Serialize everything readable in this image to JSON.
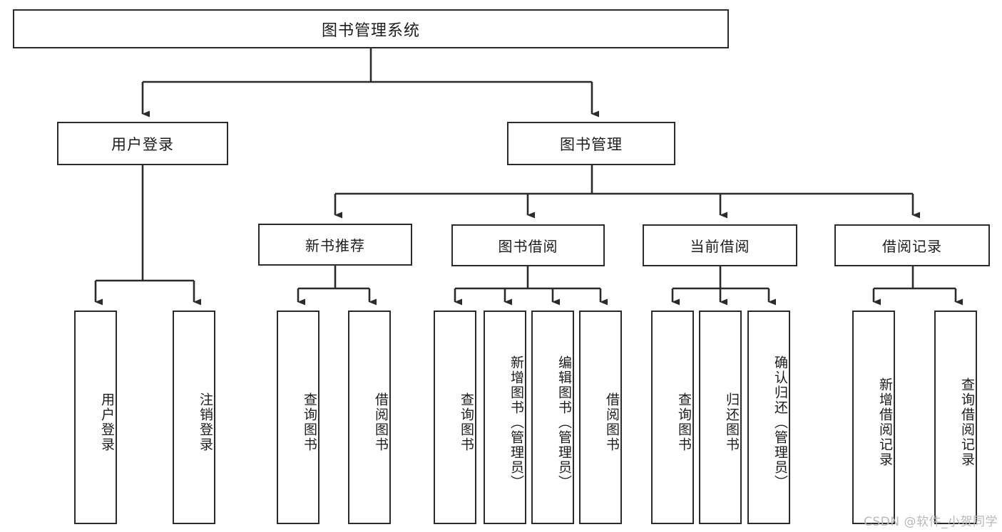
{
  "diagram": {
    "title": "图书管理系统",
    "type": "功能结构图",
    "nodes": {
      "root": {
        "label": "图书管理系统"
      },
      "level1": [
        {
          "id": "user-login",
          "label": "用户登录"
        },
        {
          "id": "book-manage",
          "label": "图书管理"
        }
      ],
      "level2": [
        {
          "id": "new-book-recommend",
          "label": "新书推荐"
        },
        {
          "id": "book-borrow",
          "label": "图书借阅"
        },
        {
          "id": "current-borrow",
          "label": "当前借阅"
        },
        {
          "id": "borrow-record",
          "label": "借阅记录"
        }
      ],
      "leaves": {
        "user-login": [
          {
            "id": "leaf-user-login",
            "label": "用户登录"
          },
          {
            "id": "leaf-logout-login",
            "label": "注销登录"
          }
        ],
        "new-book-recommend": [
          {
            "id": "leaf-query-book-1",
            "label": "查询图书"
          },
          {
            "id": "leaf-borrow-book-1",
            "label": "借阅图书"
          }
        ],
        "book-borrow": [
          {
            "id": "leaf-query-book-2",
            "label": "查询图书"
          },
          {
            "id": "leaf-add-book",
            "label": "新增图书（管理员）"
          },
          {
            "id": "leaf-edit-book",
            "label": "编辑图书（管理员）"
          },
          {
            "id": "leaf-borrow-book-2",
            "label": "借阅图书"
          }
        ],
        "current-borrow": [
          {
            "id": "leaf-query-book-3",
            "label": "查询图书"
          },
          {
            "id": "leaf-return-book",
            "label": "归还图书"
          },
          {
            "id": "leaf-confirm-return",
            "label": "确认归还（管理员）"
          }
        ],
        "borrow-record": [
          {
            "id": "leaf-add-record",
            "label": "新增借阅记录"
          },
          {
            "id": "leaf-query-record",
            "label": "查询借阅记录"
          }
        ]
      }
    },
    "colors": {
      "border": "#2b2b2b",
      "background": "#ffffff",
      "text": "#1c1c1c",
      "watermark": "#b9b9b9"
    }
  },
  "watermark": {
    "text": "CSDN @软件_小贺同学"
  }
}
